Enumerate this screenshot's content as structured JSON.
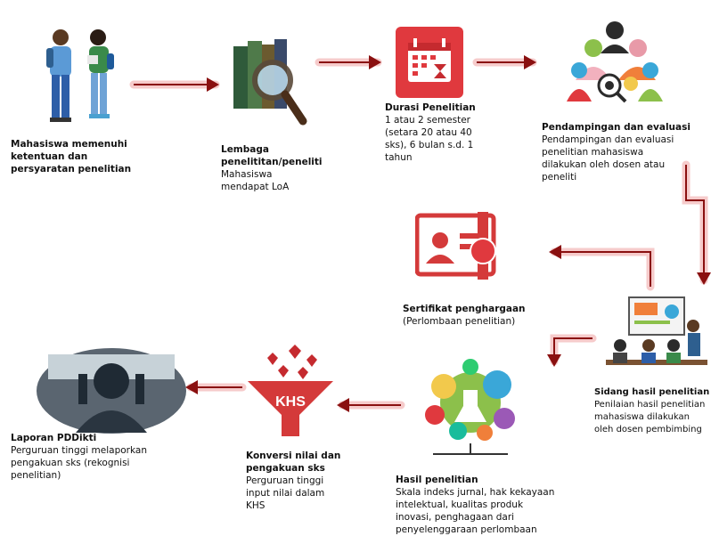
{
  "steps": {
    "s1": {
      "title": "Mahasiswa memenuhi\nketentuan dan\npersyaratan penelitian",
      "desc": ""
    },
    "s2": {
      "title": "Lembaga\npenelititan/peneliti",
      "desc": "Mahasiswa\nmendapat LoA"
    },
    "s3": {
      "title": "Durasi Penelitian",
      "desc": "1 atau 2 semester\n(setara 20 atau 40\nsks), 6 bulan s.d. 1\ntahun"
    },
    "s4": {
      "title": "Pendampingan dan evaluasi",
      "desc": "Pendampingan dan evaluasi\npenelitian mahasiswa\ndilakukan oleh dosen atau\npeneliti"
    },
    "s5": {
      "title": "Sertifikat penghargaan",
      "desc": "(Perlombaan penelitian)"
    },
    "s6": {
      "title": "Sidang hasil penelitian",
      "desc": "Penilaian hasil penelitian\nmahasiswa dilakukan\noleh dosen pembimbing"
    },
    "s7": {
      "title": "Hasil penelitian",
      "desc": "Skala indeks jurnal, hak kekayaan\nintelektual, kualitas produk\ninovasi, penghagaan dari\npenyelenggaraan perlombaan"
    },
    "s8": {
      "title": "Konversi nilai dan\npengakuan sks",
      "desc": "Perguruan tinggi\ninput nilai dalam\nKHS"
    },
    "s9": {
      "title": "Laporan PDDikti",
      "desc": "Perguruan tinggi melaporkan\npengakuan sks (rekognisi\npenelitian)"
    }
  },
  "funnel_label": "KHS",
  "colors": {
    "arrow": "#8a1010",
    "glow": "#f3b9b9",
    "accent_red": "#e0393e"
  }
}
